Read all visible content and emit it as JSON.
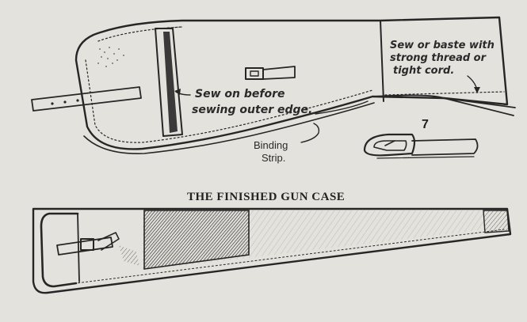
{
  "figure": {
    "background": "#e4e2dc",
    "ink": "#262626",
    "top_diagram": {
      "annotation_sew_on": [
        "Sew on before",
        "sewing outer edge."
      ],
      "annotation_baste": [
        "Sew or baste with",
        "strong thread or",
        "tight cord."
      ],
      "annotation_binding": [
        "Binding",
        "Strip."
      ],
      "figure_number": "7"
    },
    "bottom_diagram": {
      "title": "THE FINISHED GUN CASE"
    }
  }
}
